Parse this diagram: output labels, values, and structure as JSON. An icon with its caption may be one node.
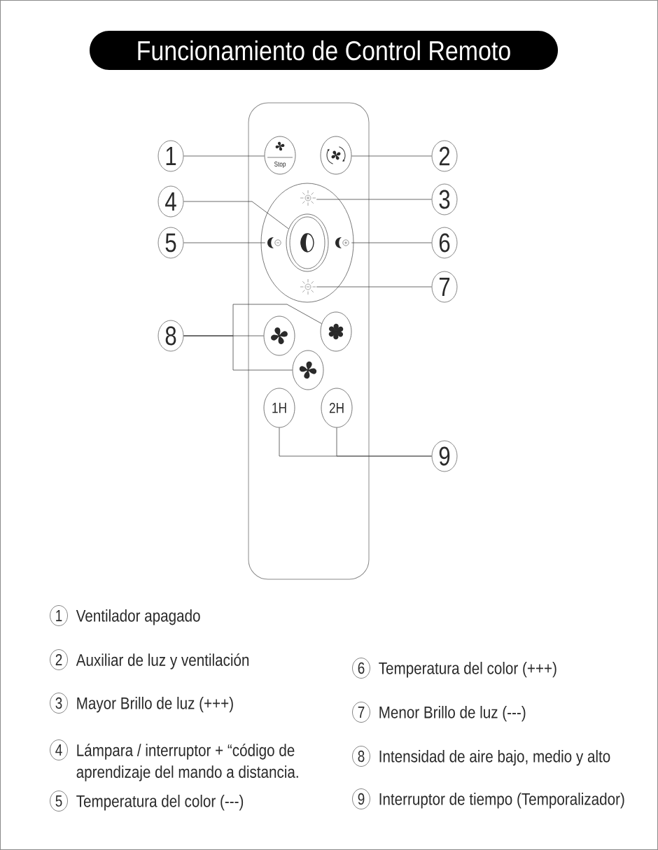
{
  "diagram": {
    "title": "Funcionamiento de Control Remoto",
    "nodes": [
      {
        "text": [],
        "shape": "box"
      },
      {
        "text": [
          "Stop"
        ],
        "in": 0
      },
      {
        "text": [],
        "shape": "circle",
        "in": 0
      },
      {
        "text": [],
        "shape": "circle",
        "in": 0
      },
      {
        "text": [],
        "shape": "picture",
        "in": 3
      },
      {
        "text": [],
        "shape": "picture",
        "in": 3
      },
      {
        "text": [],
        "shape": "circle",
        "in": 3
      },
      {
        "text": [],
        "shape": "picture",
        "in": 3
      },
      {
        "text": [],
        "shape": "picture",
        "in": 3
      },
      {
        "text": [],
        "shape": "circle",
        "in": 0
      },
      {
        "text": [],
        "shape": "circle",
        "in": 0
      },
      {
        "text": [],
        "shape": "circle",
        "in": 0
      },
      {
        "text": [
          "1H"
        ],
        "in": 0
      },
      {
        "text": [
          "2H"
        ],
        "in": 0
      },
      {
        "text": [
          "1"
        ]
      },
      {
        "text": [
          "2"
        ]
      },
      {
        "text": [
          "3"
        ]
      },
      {
        "text": [
          "4"
        ]
      },
      {
        "text": [
          "5"
        ]
      },
      {
        "text": [
          "6"
        ]
      },
      {
        "text": [
          "7"
        ]
      },
      {
        "text": [
          "8"
        ]
      },
      {
        "text": [
          "9"
        ]
      },
      {
        "text": [
          "1"
        ],
        "beside": [
          "Ventilador apagado"
        ]
      },
      {
        "text": [
          "2"
        ],
        "beside": [
          "Auxiliar de luz y ventilación"
        ]
      },
      {
        "text": [
          "3"
        ],
        "beside": [
          "Mayor Brillo de luz (+++)"
        ]
      },
      {
        "text": [
          "4"
        ],
        "beside": [
          "Lámpara / interruptor + “código de aprendizaje del mando a distancia."
        ]
      },
      {
        "text": [
          "5"
        ],
        "beside": [
          "Temperatura del color (---)"
        ]
      },
      {
        "text": [
          "6"
        ],
        "beside": [
          "Temperatura del color (+++)"
        ]
      },
      {
        "text": [
          "7"
        ],
        "beside": [
          "Menor Brillo de luz (---)"
        ]
      },
      {
        "text": [
          "8"
        ],
        "beside": [
          "Intensidad de aire bajo, medio y alto"
        ]
      },
      {
        "text": [
          "9"
        ],
        "beside": [
          "Interruptor de tiempo (Temporalizador)"
        ]
      }
    ],
    "edges": [
      {
        "from": 14,
        "to": 1,
        "arrow": "none"
      },
      {
        "from": 15,
        "to": 2,
        "arrow": "none"
      },
      {
        "from": 16,
        "to": 4,
        "arrow": "none"
      },
      {
        "from": 17,
        "to": 6,
        "arrow": "none"
      },
      {
        "from": 18,
        "to": 5,
        "arrow": "none"
      },
      {
        "from": 19,
        "to": 7,
        "arrow": "none"
      },
      {
        "from": 20,
        "to": 8,
        "arrow": "none"
      },
      {
        "from": 21,
        "to": 9,
        "arrow": "none"
      },
      {
        "from": 21,
        "to": 10,
        "arrow": "none"
      },
      {
        "from": 21,
        "to": 11,
        "arrow": "none"
      },
      {
        "from": 22,
        "to": 12,
        "arrow": "none"
      },
      {
        "from": 22,
        "to": 13,
        "arrow": "none"
      }
    ]
  }
}
